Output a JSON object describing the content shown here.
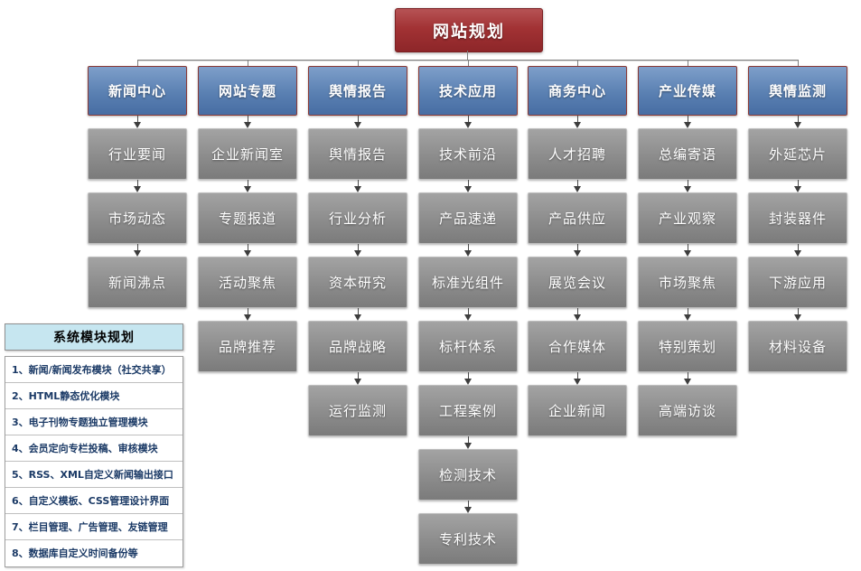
{
  "root": {
    "label": "网站规划"
  },
  "columns": [
    {
      "header": "新闻中心",
      "items": [
        "行业要闻",
        "市场动态",
        "新闻沸点"
      ]
    },
    {
      "header": "网站专题",
      "items": [
        "企业新闻室",
        "专题报道",
        "活动聚焦",
        "品牌推荐"
      ]
    },
    {
      "header": "舆情报告",
      "items": [
        "舆情报告",
        "行业分析",
        "资本研究",
        "品牌战略",
        "运行监测"
      ]
    },
    {
      "header": "技术应用",
      "items": [
        "技术前沿",
        "产品速递",
        "标准光组件",
        "标杆体系",
        "工程案例",
        "检测技术",
        "专利技术"
      ]
    },
    {
      "header": "商务中心",
      "items": [
        "人才招聘",
        "产品供应",
        "展览会议",
        "合作媒体",
        "企业新闻"
      ]
    },
    {
      "header": "产业传媒",
      "items": [
        "总编寄语",
        "产业观察",
        "市场聚焦",
        "特别策划",
        "高端访谈"
      ]
    },
    {
      "header": "舆情监测",
      "items": [
        "外延芯片",
        "封装器件",
        "下游应用",
        "材料设备"
      ]
    }
  ],
  "side_panel": {
    "title": "系统模块规划",
    "items": [
      "1、新闻/新闻发布模块（社交共享）",
      "2、HTML静态优化模块",
      "3、电子刊物专题独立管理模块",
      "4、会员定向专栏投稿、审核模块",
      "5、RSS、XML自定义新闻输出接口",
      "6、自定义模板、CSS管理设计界面",
      "7、栏目管理、广告管理、友链管理",
      "8、数据库自定义时间备份等"
    ]
  },
  "colors": {
    "root-red": "#a23234",
    "header-blue": "#5a80b2",
    "border-maroon": "#8b3a36",
    "border-red": "#7b2022",
    "node-gray": "#8a8a8a",
    "panel-blue": "#c6e6f0",
    "item-blue": "#1b3a66",
    "connector-gray": "#7f7f7f"
  }
}
